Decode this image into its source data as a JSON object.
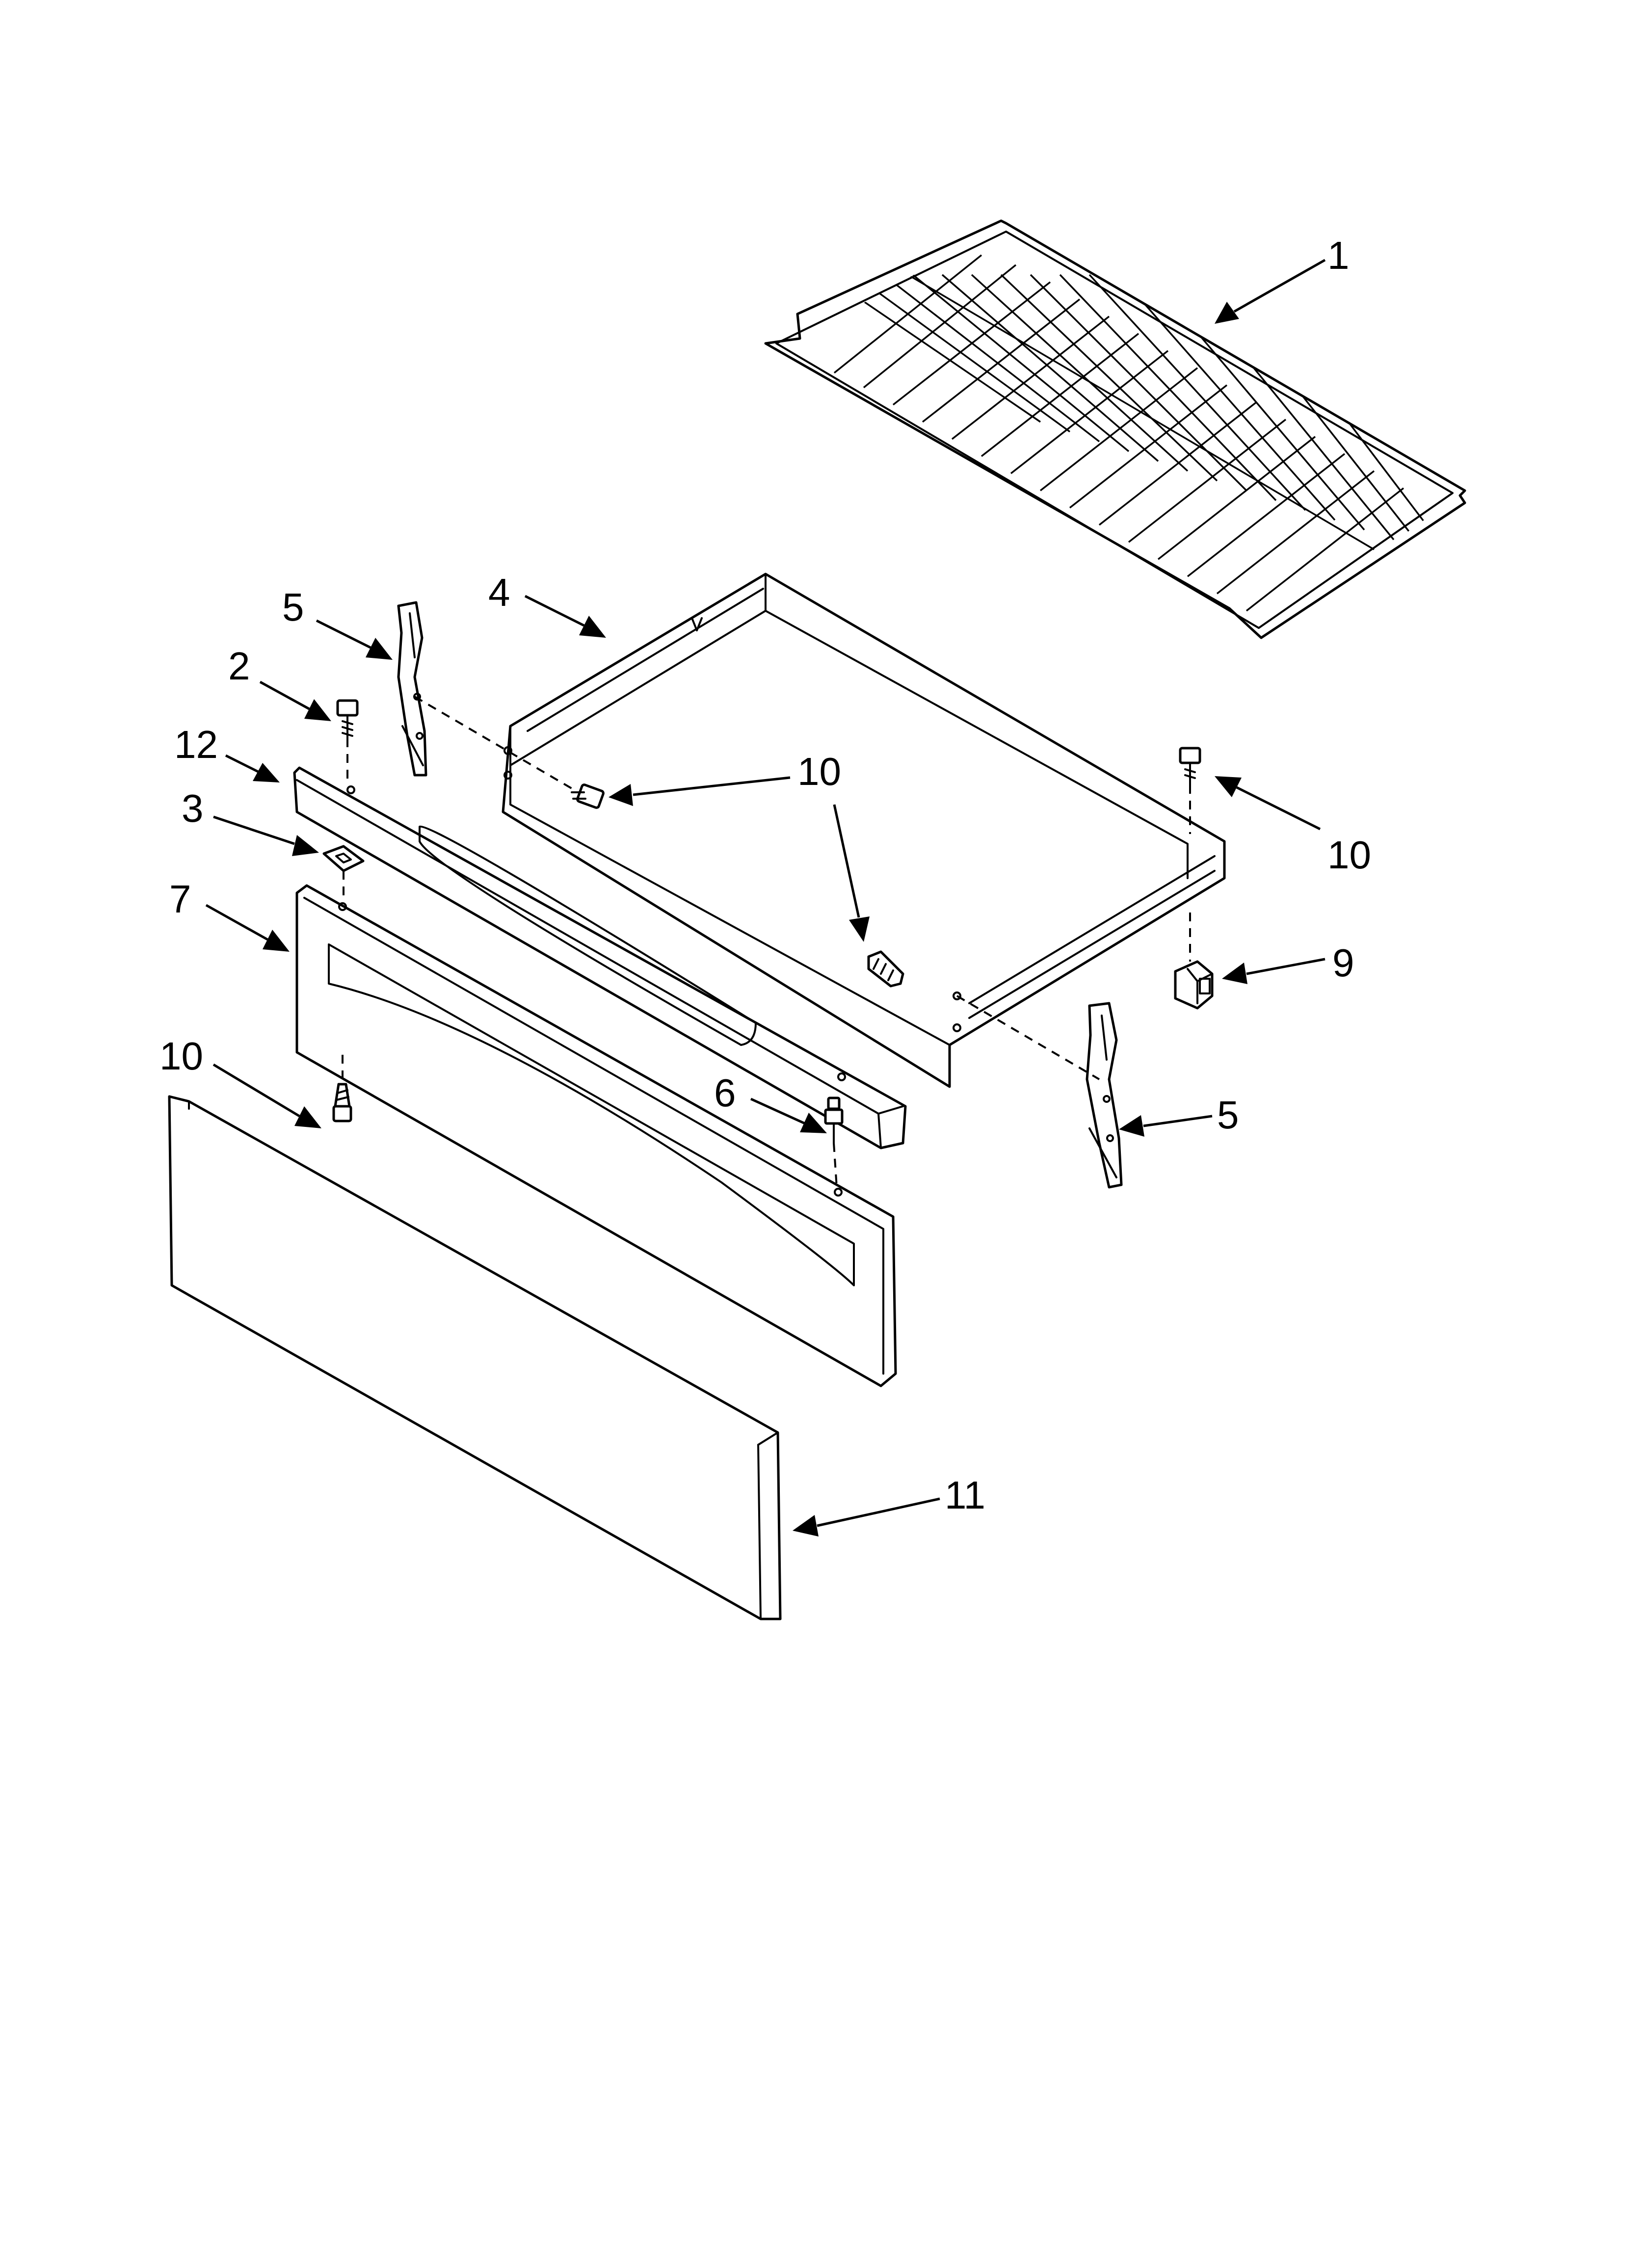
{
  "callouts": [
    {
      "id": "c1",
      "label": "1"
    },
    {
      "id": "c2",
      "label": "2"
    },
    {
      "id": "c3",
      "label": "3"
    },
    {
      "id": "c4",
      "label": "4"
    },
    {
      "id": "c5a",
      "label": "5"
    },
    {
      "id": "c5b",
      "label": "5"
    },
    {
      "id": "c6",
      "label": "6"
    },
    {
      "id": "c7",
      "label": "7"
    },
    {
      "id": "c9",
      "label": "9"
    },
    {
      "id": "c10a",
      "label": "10"
    },
    {
      "id": "c10b",
      "label": "10"
    },
    {
      "id": "c10c",
      "label": "10"
    },
    {
      "id": "c11",
      "label": "11"
    },
    {
      "id": "c12",
      "label": "12"
    }
  ],
  "style": {
    "line_color": "#000000",
    "background": "#ffffff"
  }
}
